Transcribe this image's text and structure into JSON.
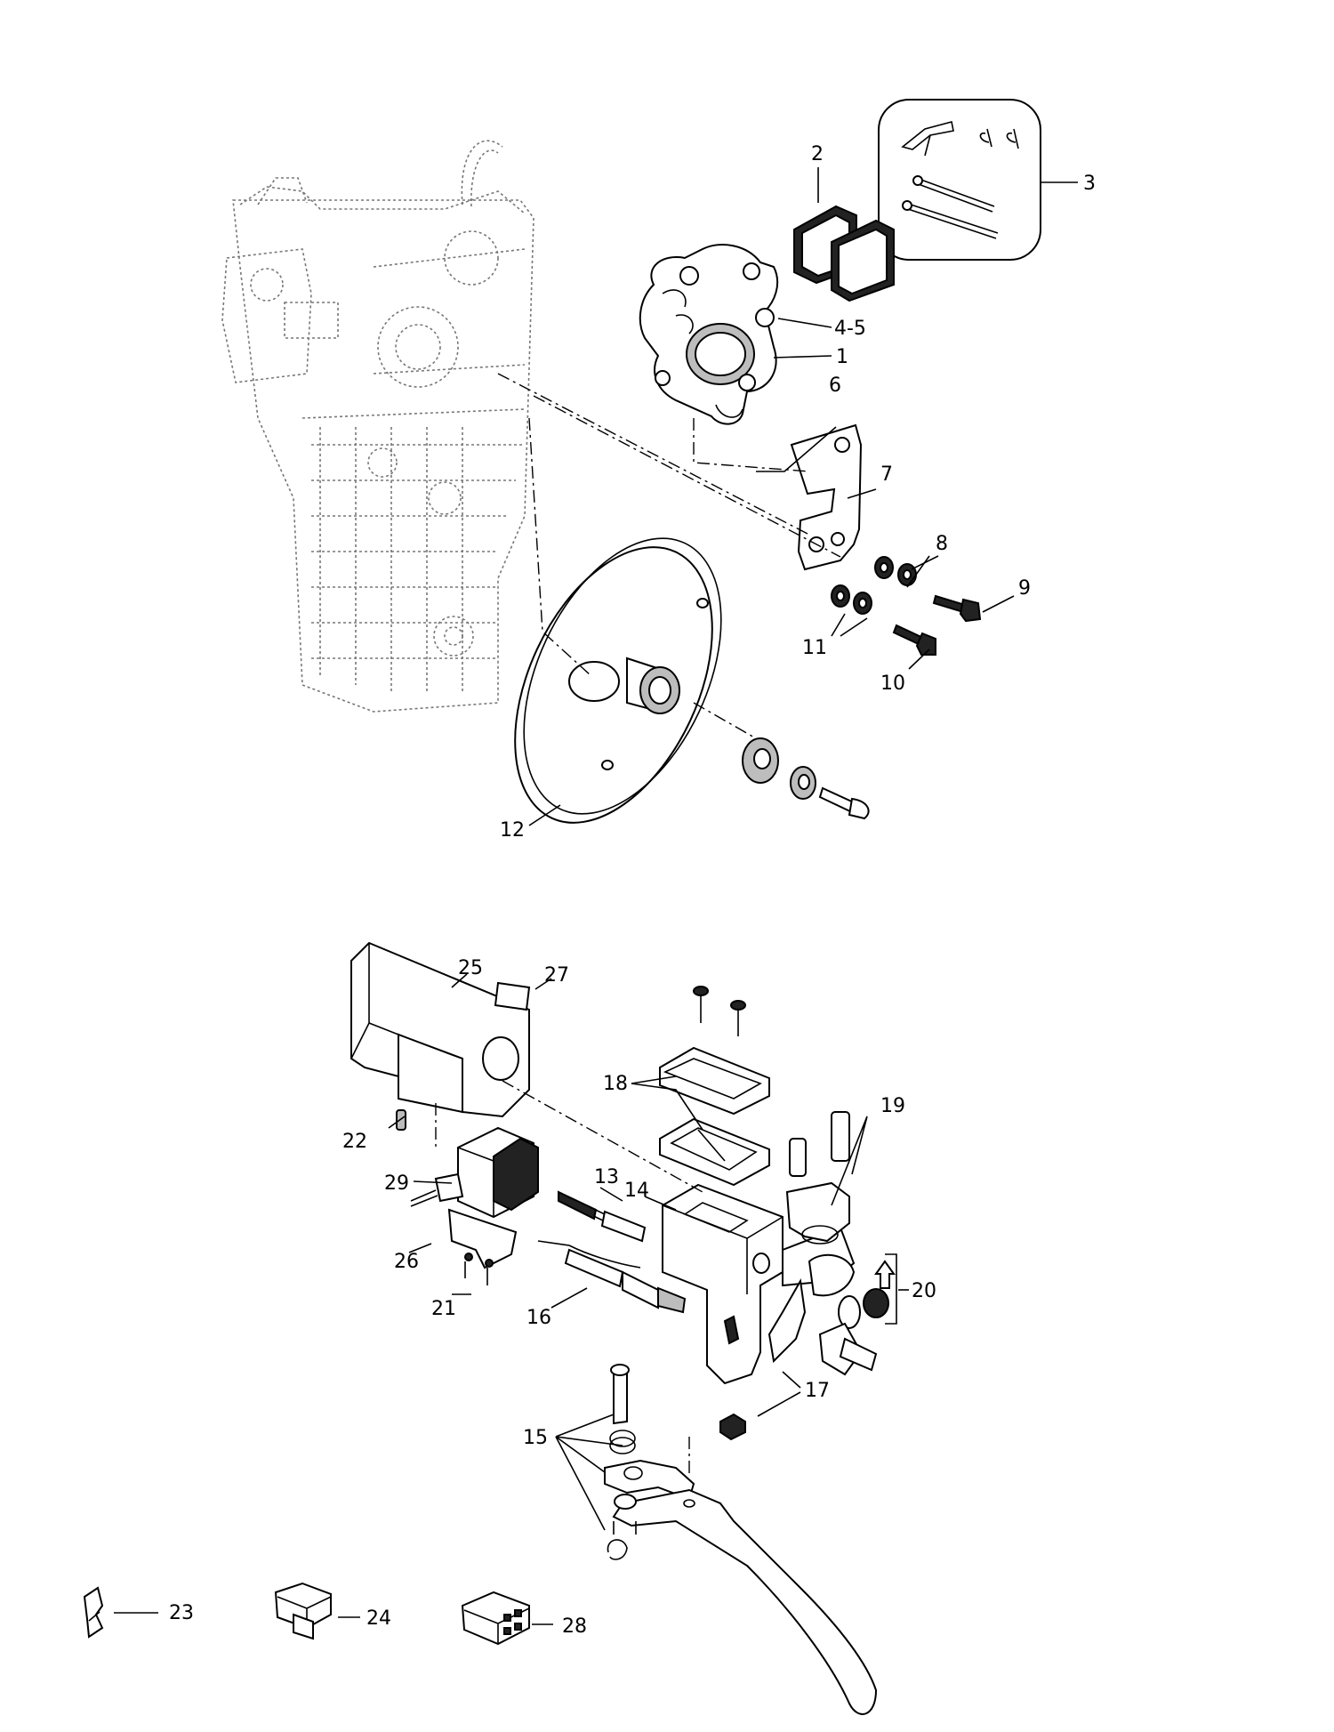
{
  "callouts": {
    "c1": "1",
    "c2": "2",
    "c3": "3",
    "c4_5": "4-5",
    "c6": "6",
    "c7": "7",
    "c8": "8",
    "c9": "9",
    "c10": "10",
    "c11": "11",
    "c12": "12",
    "c13": "13",
    "c14": "14",
    "c15": "15",
    "c16": "16",
    "c17": "17",
    "c18": "18",
    "c19": "19",
    "c20": "20",
    "c21": "21",
    "c22": "22",
    "c23": "23",
    "c24": "24",
    "c25": "25",
    "c26": "26",
    "c27": "27",
    "c28": "28",
    "c29": "29"
  }
}
